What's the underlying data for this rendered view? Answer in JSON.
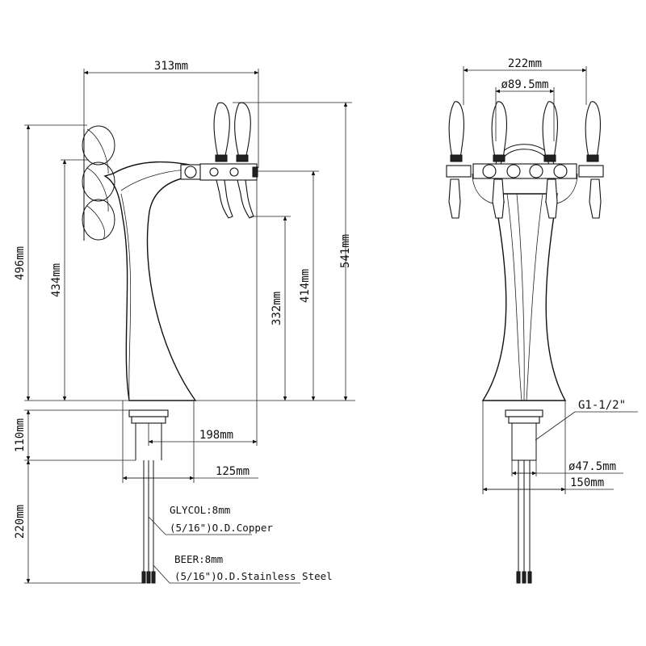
{
  "side_view": {
    "dims": {
      "total_width": "313mm",
      "height_outer": "496mm",
      "height_front": "434mm",
      "spout_height": "332mm",
      "tap_height": "414mm",
      "total_height": "541mm",
      "shank_height": "110mm",
      "reach": "198mm",
      "base_depth": "125mm",
      "line_length": "220mm"
    },
    "notes": {
      "glycol_line1": "GLYCOL:8mm",
      "glycol_line2": "(5/16\")O.D.Copper",
      "beer_line1": "BEER:8mm",
      "beer_line2": "(5/16\")O.D.Stainless Steel"
    }
  },
  "front_view": {
    "dims": {
      "tap_span": "222mm",
      "crown_diameter": "ø89.5mm",
      "thread": "G1-1/2\"",
      "shank_diameter": "ø47.5mm",
      "base_width": "150mm"
    }
  }
}
